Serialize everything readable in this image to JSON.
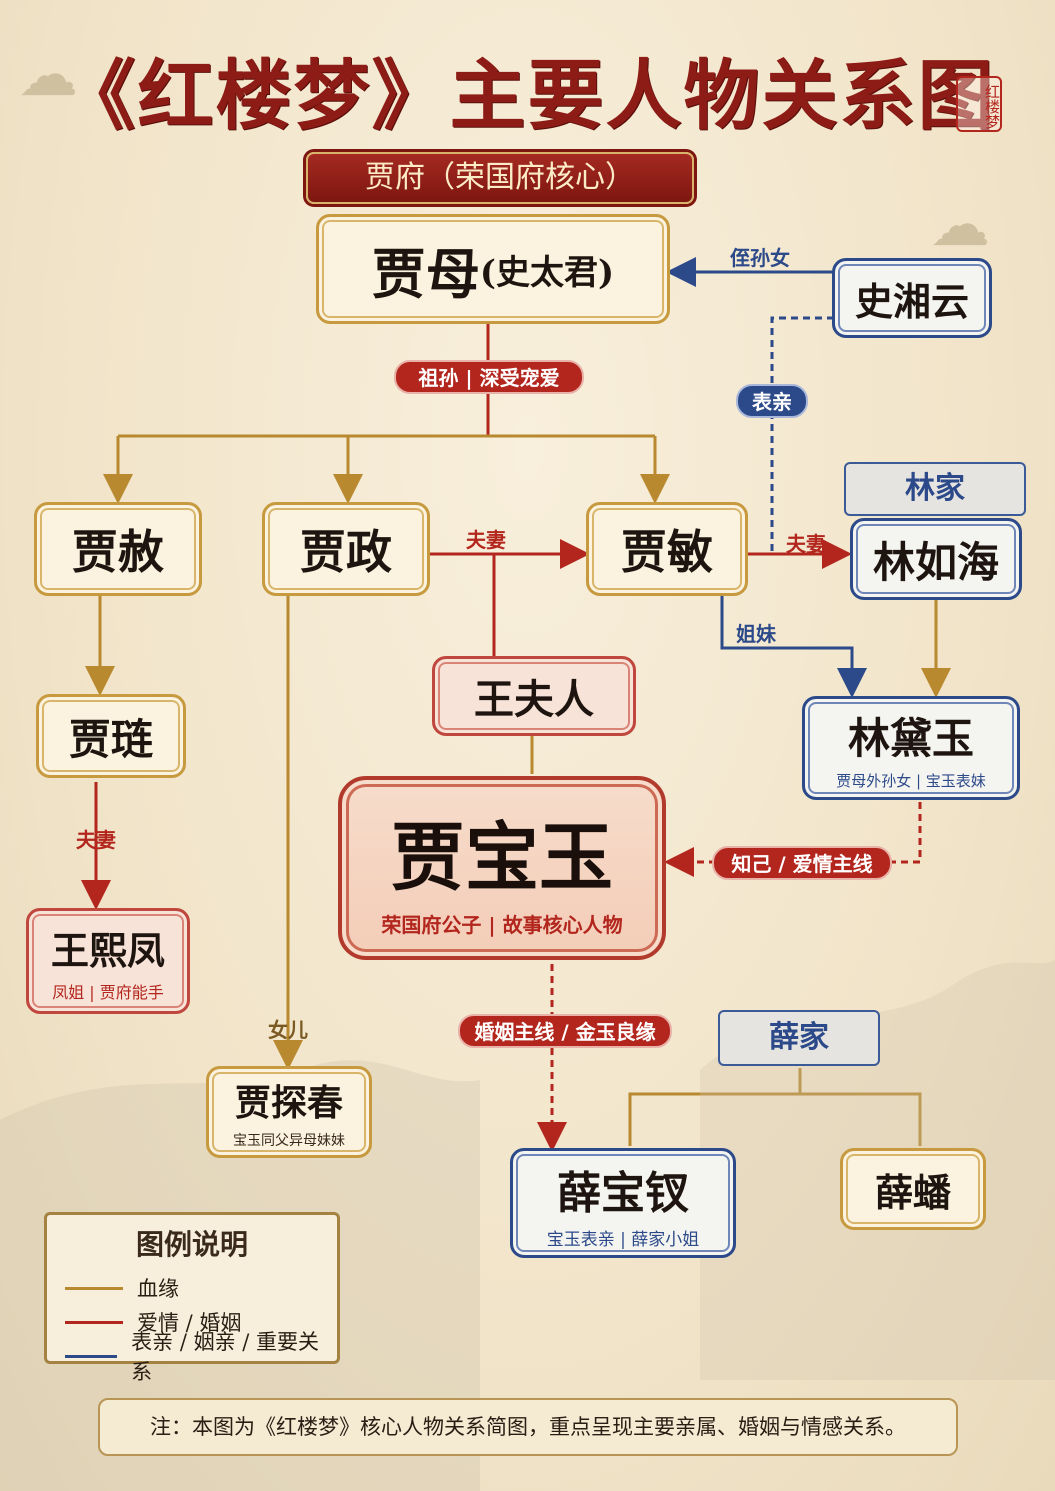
{
  "title": "《红楼梦》主要人物关系图",
  "seal_text": "红楼梦",
  "banner": "贾府（荣国府核心）",
  "nodes": {
    "jiamu": {
      "name": "贾母",
      "extra": "(史太君)"
    },
    "shixiangyun": {
      "name": "史湘云"
    },
    "jiashe": {
      "name": "贾赦"
    },
    "jiazheng": {
      "name": "贾政"
    },
    "jiamin": {
      "name": "贾敏"
    },
    "linruhai": {
      "name": "林如海"
    },
    "jialian": {
      "name": "贾琏"
    },
    "wangfuren": {
      "name": "王夫人"
    },
    "lindaiyu": {
      "name": "林黛玉",
      "sub": "贾母外孙女 | 宝玉表妹"
    },
    "jiabaoyu": {
      "name": "贾宝玉",
      "sub": "荣国府公子 | 故事核心人物"
    },
    "wangxifeng": {
      "name": "王熙凤",
      "sub": "凤姐 | 贾府能手"
    },
    "jiatanchun": {
      "name": "贾探春",
      "sub": "宝玉同父异母妹妹"
    },
    "xuebaochai": {
      "name": "薛宝钗",
      "sub": "宝玉表亲 | 薛家小姐"
    },
    "xuepan": {
      "name": "薛蟠"
    }
  },
  "family_tags": {
    "lin": "林家",
    "xue": "薛家"
  },
  "pills": {
    "zusun": "祖孙 | 深受宠爱",
    "biaoqin": "表亲",
    "zhiji": "知己 / 爱情主线",
    "hunyin": "婚姻主线 / 金玉良缘"
  },
  "edge_labels": {
    "zhisunnv": "侄孙女",
    "fuqi1": "夫妻",
    "fuqi2": "夫妻",
    "fuqi3": "夫妻",
    "jiemei": "姐妹",
    "nver": "女儿"
  },
  "legend": {
    "title": "图例说明",
    "items": [
      {
        "label": "血缘",
        "color": "#b8892e"
      },
      {
        "label": "爱情 / 婚姻",
        "color": "#b3261e"
      },
      {
        "label": "表亲 / 姻亲 / 重要关系",
        "color": "#2c4a8a"
      }
    ]
  },
  "note": "注：本图为《红楼梦》核心人物关系简图，重点呈现主要亲属、婚姻与情感关系。"
}
